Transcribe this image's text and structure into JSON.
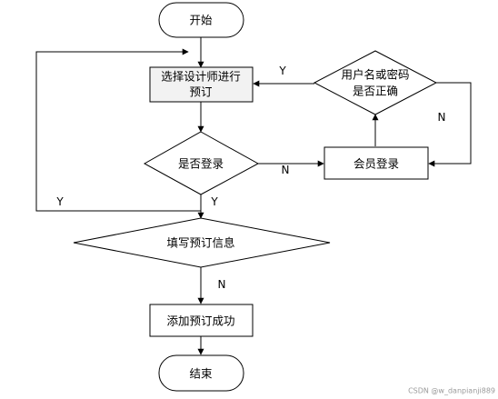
{
  "nodes": {
    "start": "开始",
    "select_designer_line1": "选择设计师进行",
    "select_designer_line2": "预订",
    "is_logged_in": "是否登录",
    "member_login": "会员登录",
    "credentials_check_line1": "用户名或密码",
    "credentials_check_line2": "是否正确",
    "fill_booking_info": "填写预订信息",
    "booking_success": "添加预订成功",
    "end": "结束"
  },
  "edge_labels": {
    "credentials_yes": "Y",
    "credentials_no": "N",
    "login_no": "N",
    "login_yes": "Y",
    "loop_yes": "Y",
    "fill_no": "N"
  },
  "watermark": "CSDN @w_danpianji889"
}
